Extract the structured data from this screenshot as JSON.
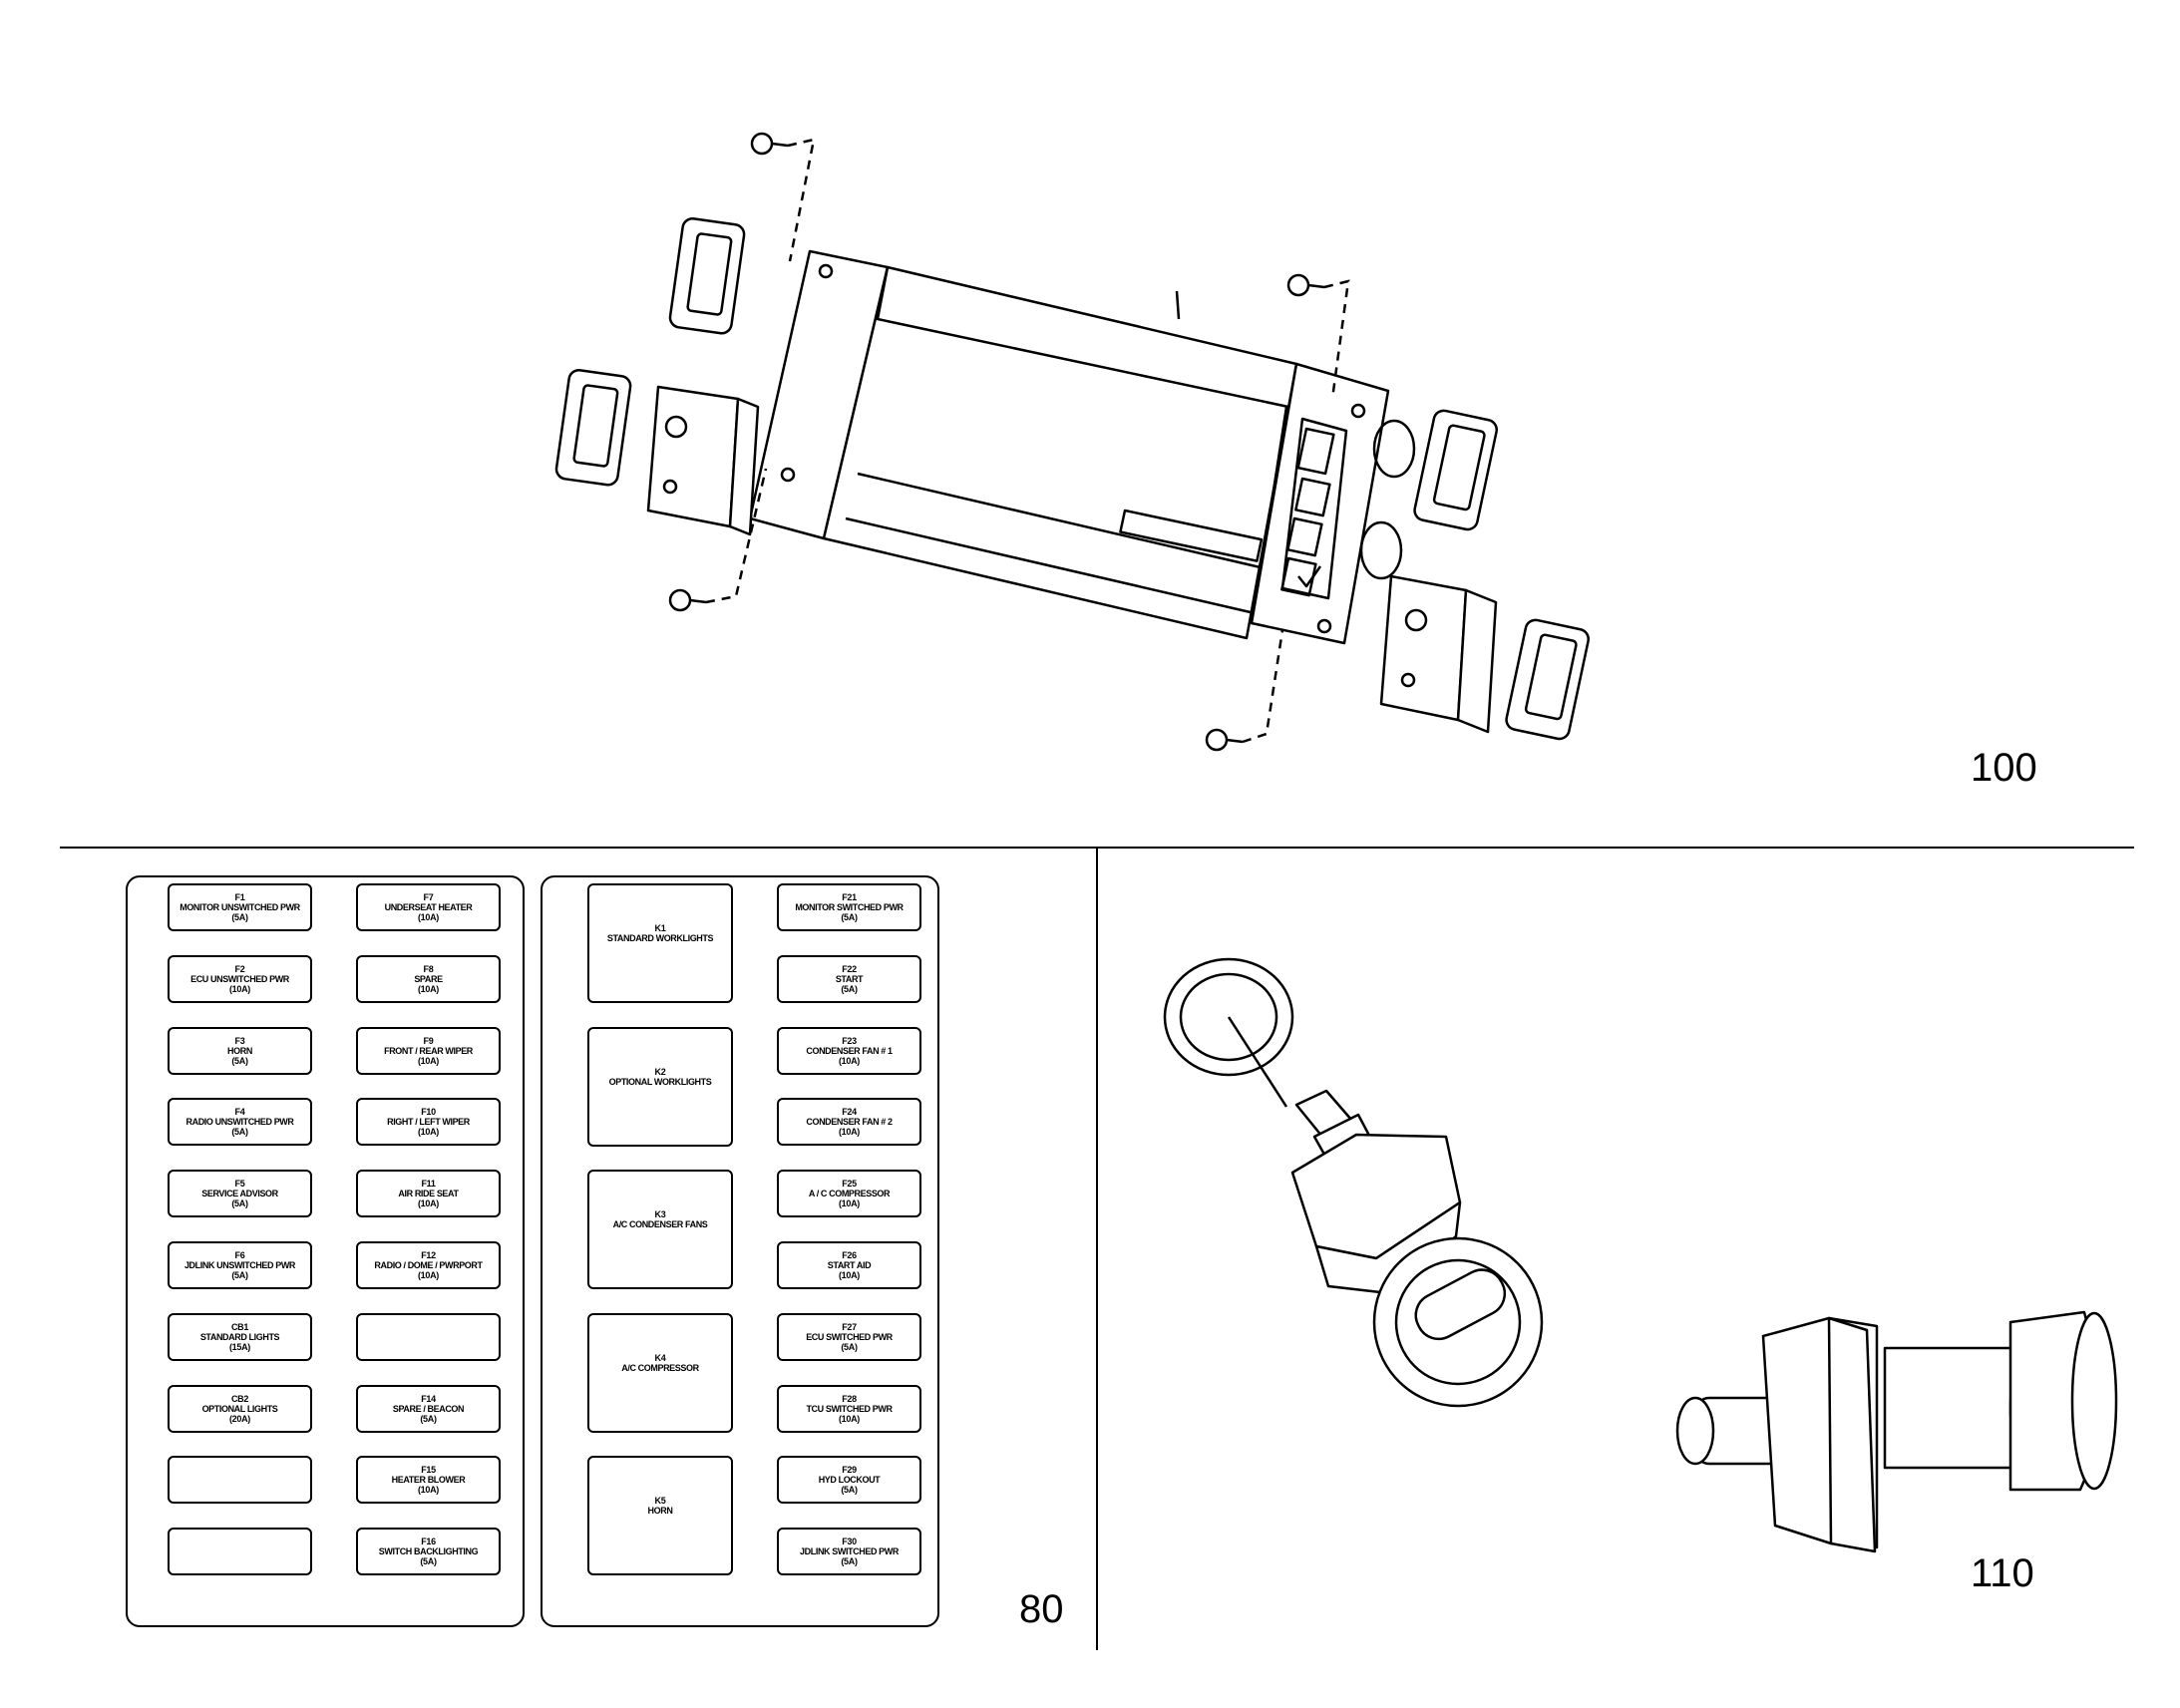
{
  "callouts": {
    "monitor_assembly": "100",
    "fuse_relay_panel": "80",
    "switch": "110"
  },
  "fuse_panel_left": {
    "col_a": [
      {
        "id": "F1",
        "name": "MONITOR UNSWITCHED PWR",
        "rating": "(5A)"
      },
      {
        "id": "F2",
        "name": "ECU UNSWITCHED PWR",
        "rating": "(10A)"
      },
      {
        "id": "F3",
        "name": "HORN",
        "rating": "(5A)"
      },
      {
        "id": "F4",
        "name": "RADIO UNSWITCHED PWR",
        "rating": "(5A)"
      },
      {
        "id": "F5",
        "name": "SERVICE ADVISOR",
        "rating": "(5A)"
      },
      {
        "id": "F6",
        "name": "JDLINK UNSWITCHED PWR",
        "rating": "(5A)"
      },
      {
        "id": "CB1",
        "name": "STANDARD LIGHTS",
        "rating": "(15A)"
      },
      {
        "id": "CB2",
        "name": "OPTIONAL LIGHTS",
        "rating": "(20A)"
      },
      {
        "id": "",
        "name": "",
        "rating": ""
      },
      {
        "id": "",
        "name": "",
        "rating": ""
      }
    ],
    "col_b": [
      {
        "id": "F7",
        "name": "UNDERSEAT HEATER",
        "rating": "(10A)"
      },
      {
        "id": "F8",
        "name": "SPARE",
        "rating": "(10A)"
      },
      {
        "id": "F9",
        "name": "FRONT / REAR WIPER",
        "rating": "(10A)"
      },
      {
        "id": "F10",
        "name": "RIGHT / LEFT WIPER",
        "rating": "(10A)"
      },
      {
        "id": "F11",
        "name": "AIR RIDE SEAT",
        "rating": "(10A)"
      },
      {
        "id": "F12",
        "name": "RADIO / DOME / PWRPORT",
        "rating": "(10A)"
      },
      {
        "id": "",
        "name": "",
        "rating": ""
      },
      {
        "id": "F14",
        "name": "SPARE / BEACON",
        "rating": "(5A)"
      },
      {
        "id": "F15",
        "name": "HEATER BLOWER",
        "rating": "(10A)"
      },
      {
        "id": "F16",
        "name": "SWITCH BACKLIGHTING",
        "rating": "(5A)"
      }
    ]
  },
  "fuse_panel_right": {
    "relays": [
      {
        "id": "K1",
        "name": "STANDARD WORKLIGHTS"
      },
      {
        "id": "K2",
        "name": "OPTIONAL WORKLIGHTS"
      },
      {
        "id": "K3",
        "name": "A/C CONDENSER FANS"
      },
      {
        "id": "K4",
        "name": "A/C COMPRESSOR"
      },
      {
        "id": "K5",
        "name": "HORN"
      }
    ],
    "fuses": [
      {
        "id": "F21",
        "name": "MONITOR SWITCHED PWR",
        "rating": "(5A)"
      },
      {
        "id": "F22",
        "name": "START",
        "rating": "(5A)"
      },
      {
        "id": "F23",
        "name": "CONDENSER FAN # 1",
        "rating": "(10A)"
      },
      {
        "id": "F24",
        "name": "CONDENSER FAN # 2",
        "rating": "(10A)"
      },
      {
        "id": "F25",
        "name": "A / C COMPRESSOR",
        "rating": "(10A)"
      },
      {
        "id": "F26",
        "name": "START AID",
        "rating": "(10A)"
      },
      {
        "id": "F27",
        "name": "ECU SWITCHED PWR",
        "rating": "(5A)"
      },
      {
        "id": "F28",
        "name": "TCU SWITCHED PWR",
        "rating": "(10A)"
      },
      {
        "id": "F29",
        "name": "HYD LOCKOUT",
        "rating": "(5A)"
      },
      {
        "id": "F30",
        "name": "JDLINK SWITCHED PWR",
        "rating": "(5A)"
      }
    ]
  }
}
